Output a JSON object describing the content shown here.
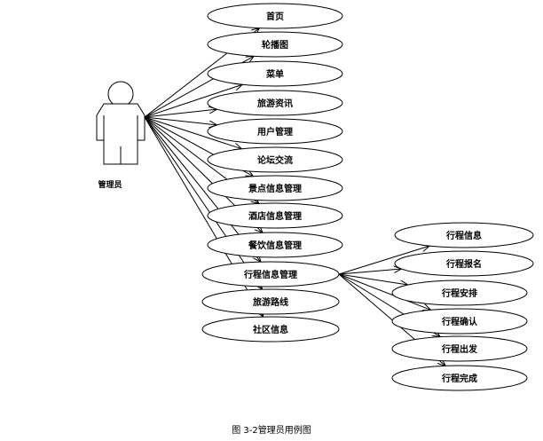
{
  "actor": {
    "label": "管理员"
  },
  "use_cases": [
    {
      "id": "uc-home",
      "label": "首页"
    },
    {
      "id": "uc-carousel",
      "label": "轮播图"
    },
    {
      "id": "uc-menu",
      "label": "菜单"
    },
    {
      "id": "uc-travel-news",
      "label": "旅游资讯"
    },
    {
      "id": "uc-user-mgmt",
      "label": "用户管理"
    },
    {
      "id": "uc-forum",
      "label": "论坛交流"
    },
    {
      "id": "uc-scenic-mgmt",
      "label": "景点信息管理"
    },
    {
      "id": "uc-hotel-mgmt",
      "label": "酒店信息管理"
    },
    {
      "id": "uc-dining-mgmt",
      "label": "餐饮信息管理"
    },
    {
      "id": "uc-itinerary-mgmt",
      "label": "行程信息管理"
    },
    {
      "id": "uc-routes",
      "label": "旅游路线"
    },
    {
      "id": "uc-community",
      "label": "社区信息"
    }
  ],
  "sub_use_cases": [
    {
      "id": "sub-itinerary-info",
      "label": "行程信息"
    },
    {
      "id": "sub-itinerary-signup",
      "label": "行程报名"
    },
    {
      "id": "sub-itinerary-arrange",
      "label": "行程安排"
    },
    {
      "id": "sub-itinerary-confirm",
      "label": "行程确认"
    },
    {
      "id": "sub-itinerary-depart",
      "label": "行程出发"
    },
    {
      "id": "sub-itinerary-complete",
      "label": "行程完成"
    }
  ],
  "caption": "图 3-2管理员用例图"
}
